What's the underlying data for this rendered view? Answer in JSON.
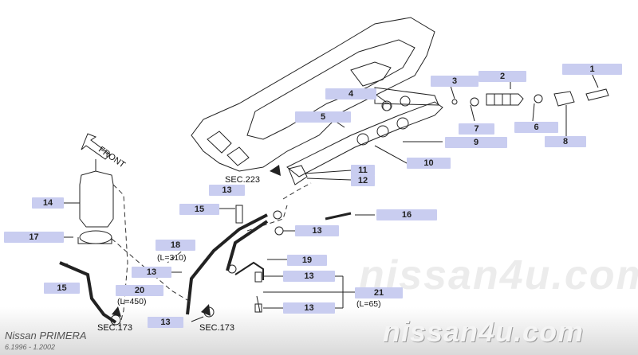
{
  "brand": {
    "watermark": "nissan4u.com",
    "logo_text": "nissan4u.com",
    "model": "Nissan PRIMERA",
    "dates": "6.1996 - 1.2002"
  },
  "orientation": {
    "front_label": "FRONT"
  },
  "sections": {
    "sec223": "SEC.223",
    "sec173_left": "SEC.173",
    "sec173_right": "SEC.173"
  },
  "dimensions": {
    "hose18": "(L=310)",
    "hose20": "(L=450)",
    "hose21": "(L=65)"
  },
  "callouts": [
    "1",
    "2",
    "3",
    "4",
    "5",
    "6",
    "7",
    "8",
    "9",
    "10",
    "11",
    "12",
    "13",
    "13",
    "13",
    "13",
    "13",
    "14",
    "15",
    "15",
    "16",
    "17",
    "18",
    "19",
    "20",
    "21"
  ]
}
